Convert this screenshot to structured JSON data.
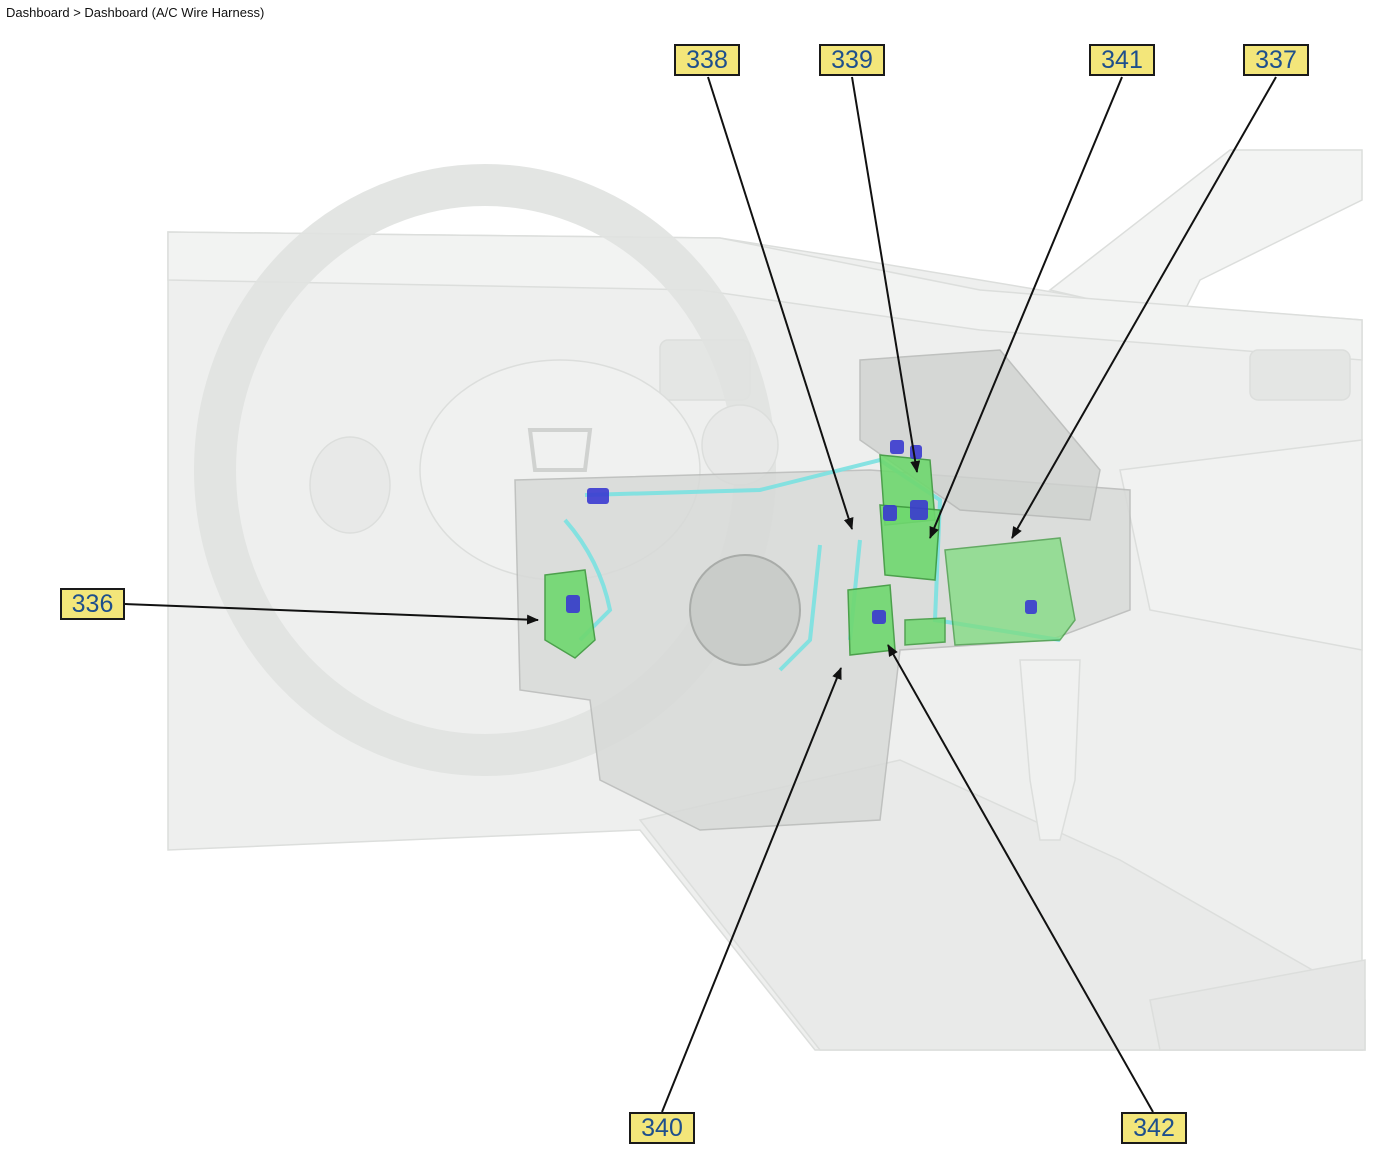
{
  "breadcrumb": "Dashboard > Dashboard (A/C Wire Harness)",
  "colors": {
    "callout_fill": "#f3e67a",
    "callout_text": "#1e4f8c",
    "component_highlight": "#6fd86f",
    "connector": "#3a3ad0",
    "harness": "#7fe0e0"
  },
  "callouts": [
    {
      "id": "c338",
      "label": "338"
    },
    {
      "id": "c339",
      "label": "339"
    },
    {
      "id": "c341",
      "label": "341"
    },
    {
      "id": "c337",
      "label": "337"
    },
    {
      "id": "c336",
      "label": "336"
    },
    {
      "id": "c340",
      "label": "340"
    },
    {
      "id": "c342",
      "label": "342"
    }
  ]
}
